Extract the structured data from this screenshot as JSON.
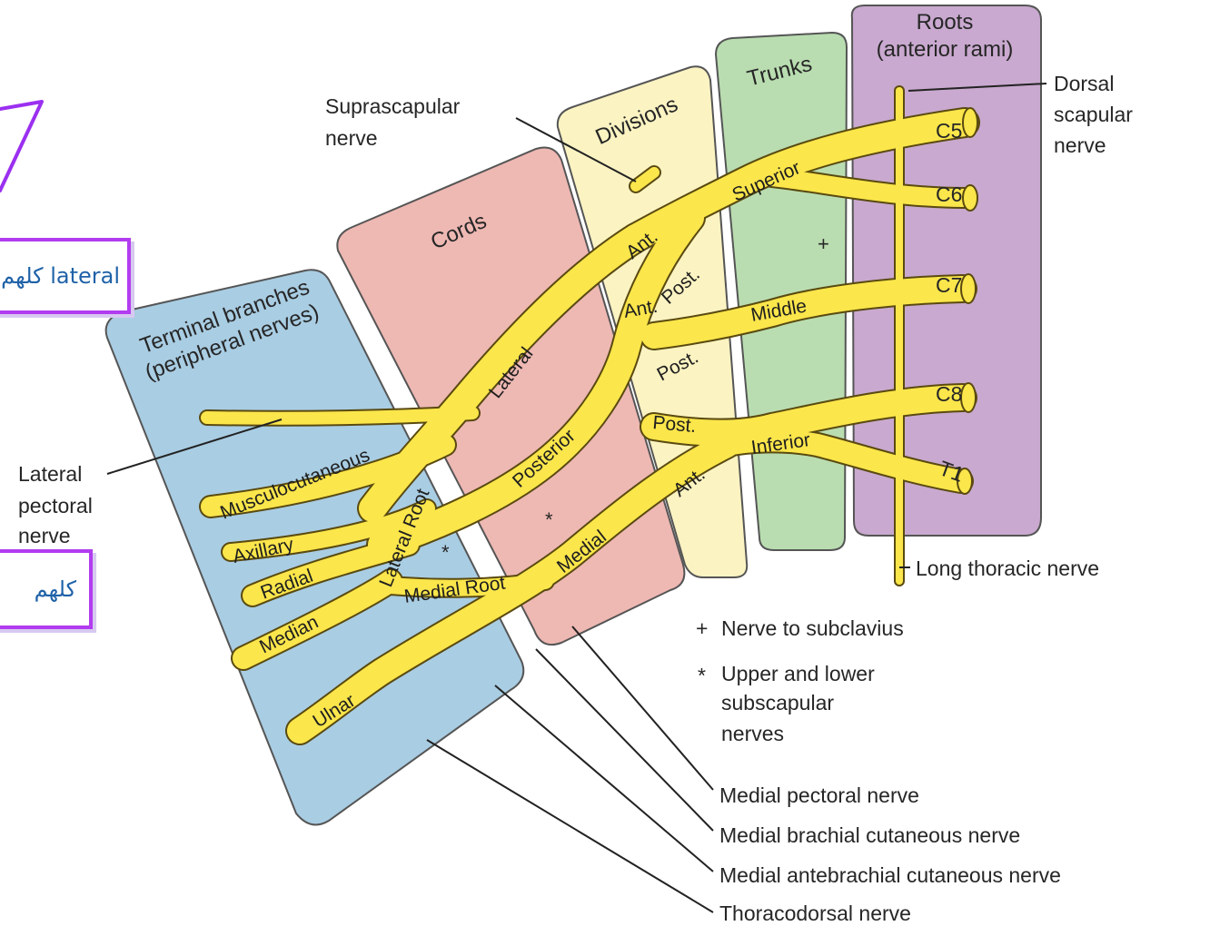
{
  "columns": {
    "roots": "Roots",
    "roots_sub": "(anterior rami)",
    "trunks": "Trunks",
    "divisions": "Divisions",
    "cords": "Cords",
    "terminal": "Terminal branches",
    "terminal_sub": "(peripheral nerves)"
  },
  "roots": [
    "C5",
    "C6",
    "C7",
    "C8",
    "T1"
  ],
  "trunks": {
    "superior": "Superior",
    "middle": "Middle",
    "inferior": "Inferior"
  },
  "divisions": {
    "ant": "Ant.",
    "post": "Post."
  },
  "cords": {
    "lateral": "Lateral",
    "posterior": "Posterior",
    "medial": "Medial"
  },
  "roots_of_median": {
    "lateral": "Lateral Root",
    "medial": "Medial Root"
  },
  "terminal_branches": [
    "Musculocutaneous",
    "Axillary",
    "Radial",
    "Median",
    "Ulnar"
  ],
  "labels": {
    "dorsal_scapular": [
      "Dorsal",
      "scapular",
      "nerve"
    ],
    "suprascapular": [
      "Suprascapular",
      "nerve"
    ],
    "lateral_pectoral": [
      "Lateral",
      "pectoral",
      "nerve"
    ],
    "long_thoracic": "Long thoracic nerve",
    "medial_pectoral": "Medial pectoral nerve",
    "medial_brachial": "Medial brachial cutaneous nerve",
    "medial_antebrachial": "Medial antebrachial cutaneous nerve",
    "thoracodorsal": "Thoracodorsal nerve"
  },
  "legend": {
    "plus_symbol": "+",
    "plus_text": "Nerve to subclavius",
    "star_symbol": "*",
    "star_lines": [
      "Upper and lower",
      "subscapular",
      "nerves"
    ]
  },
  "notes": {
    "top": "كلهم lateral",
    "bottom": "كلهم"
  },
  "colors": {
    "nerve": "#fbe64b",
    "nerve_outline": "#5a4a10",
    "roots_panel": "#c9a9cf",
    "trunks_panel": "#b9ddb0",
    "divisions_panel": "#fbf3c2",
    "cords_panel": "#eeb8b3",
    "terminal_panel": "#a9cde3",
    "note_border": "#b23cf0",
    "note_text": "#1f62a8"
  }
}
